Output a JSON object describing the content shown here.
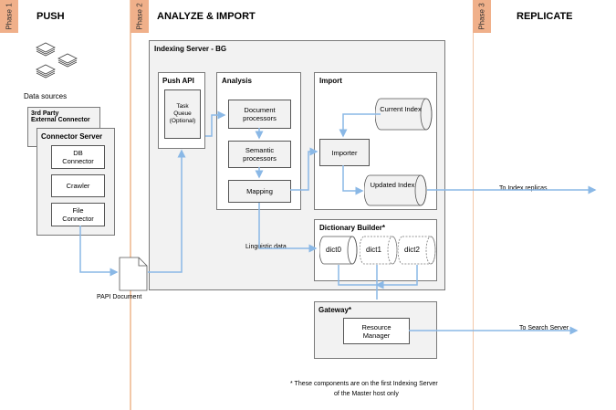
{
  "phases": [
    {
      "tab": "Phase 1",
      "title": "PUSH"
    },
    {
      "tab": "Phase 2",
      "title": "ANALYZE & IMPORT"
    },
    {
      "tab": "Phase 3",
      "title": "REPLICATE"
    }
  ],
  "push": {
    "data_sources": "Data sources",
    "third_party_line1": "3rd Party",
    "third_party_line2": "External Connector",
    "connector_server": "Connector Server",
    "db_connector": "DB Connector",
    "crawler": "Crawler",
    "file_connector": "File Connector",
    "papi_document": "PAPI Document"
  },
  "indexing_server": {
    "title": "Indexing Server - BG",
    "push_api": {
      "title": "Push API",
      "task_queue": "Task Queue (Optional)"
    },
    "analysis": {
      "title": "Analysis",
      "document_processors": "Document processors",
      "semantic_processors": "Semantic processors",
      "mapping": "Mapping"
    },
    "import": {
      "title": "Import",
      "current_index": "Current Index",
      "importer": "Importer",
      "updated_index": "Updated Index"
    },
    "dictionary_builder": {
      "title": "Dictionary Builder*",
      "dicts": [
        "dict0",
        "dict1",
        "dict2"
      ]
    },
    "linguistic_data": "Linguistic data"
  },
  "gateway": {
    "title": "Gateway*",
    "resource_manager": "Resource Manager"
  },
  "outputs": {
    "to_index_replicas": "To Index replicas",
    "to_search_server": "To Search Server"
  },
  "footnote": {
    "line1": "* These components are on the first Indexing Server",
    "line2": "of the Master host only"
  },
  "colors": {
    "phase_tab": "#f0b08a",
    "phase_border": "#f2c8a8",
    "arrow": "#8ab8e6",
    "box_fill": "#f2f2f2"
  }
}
